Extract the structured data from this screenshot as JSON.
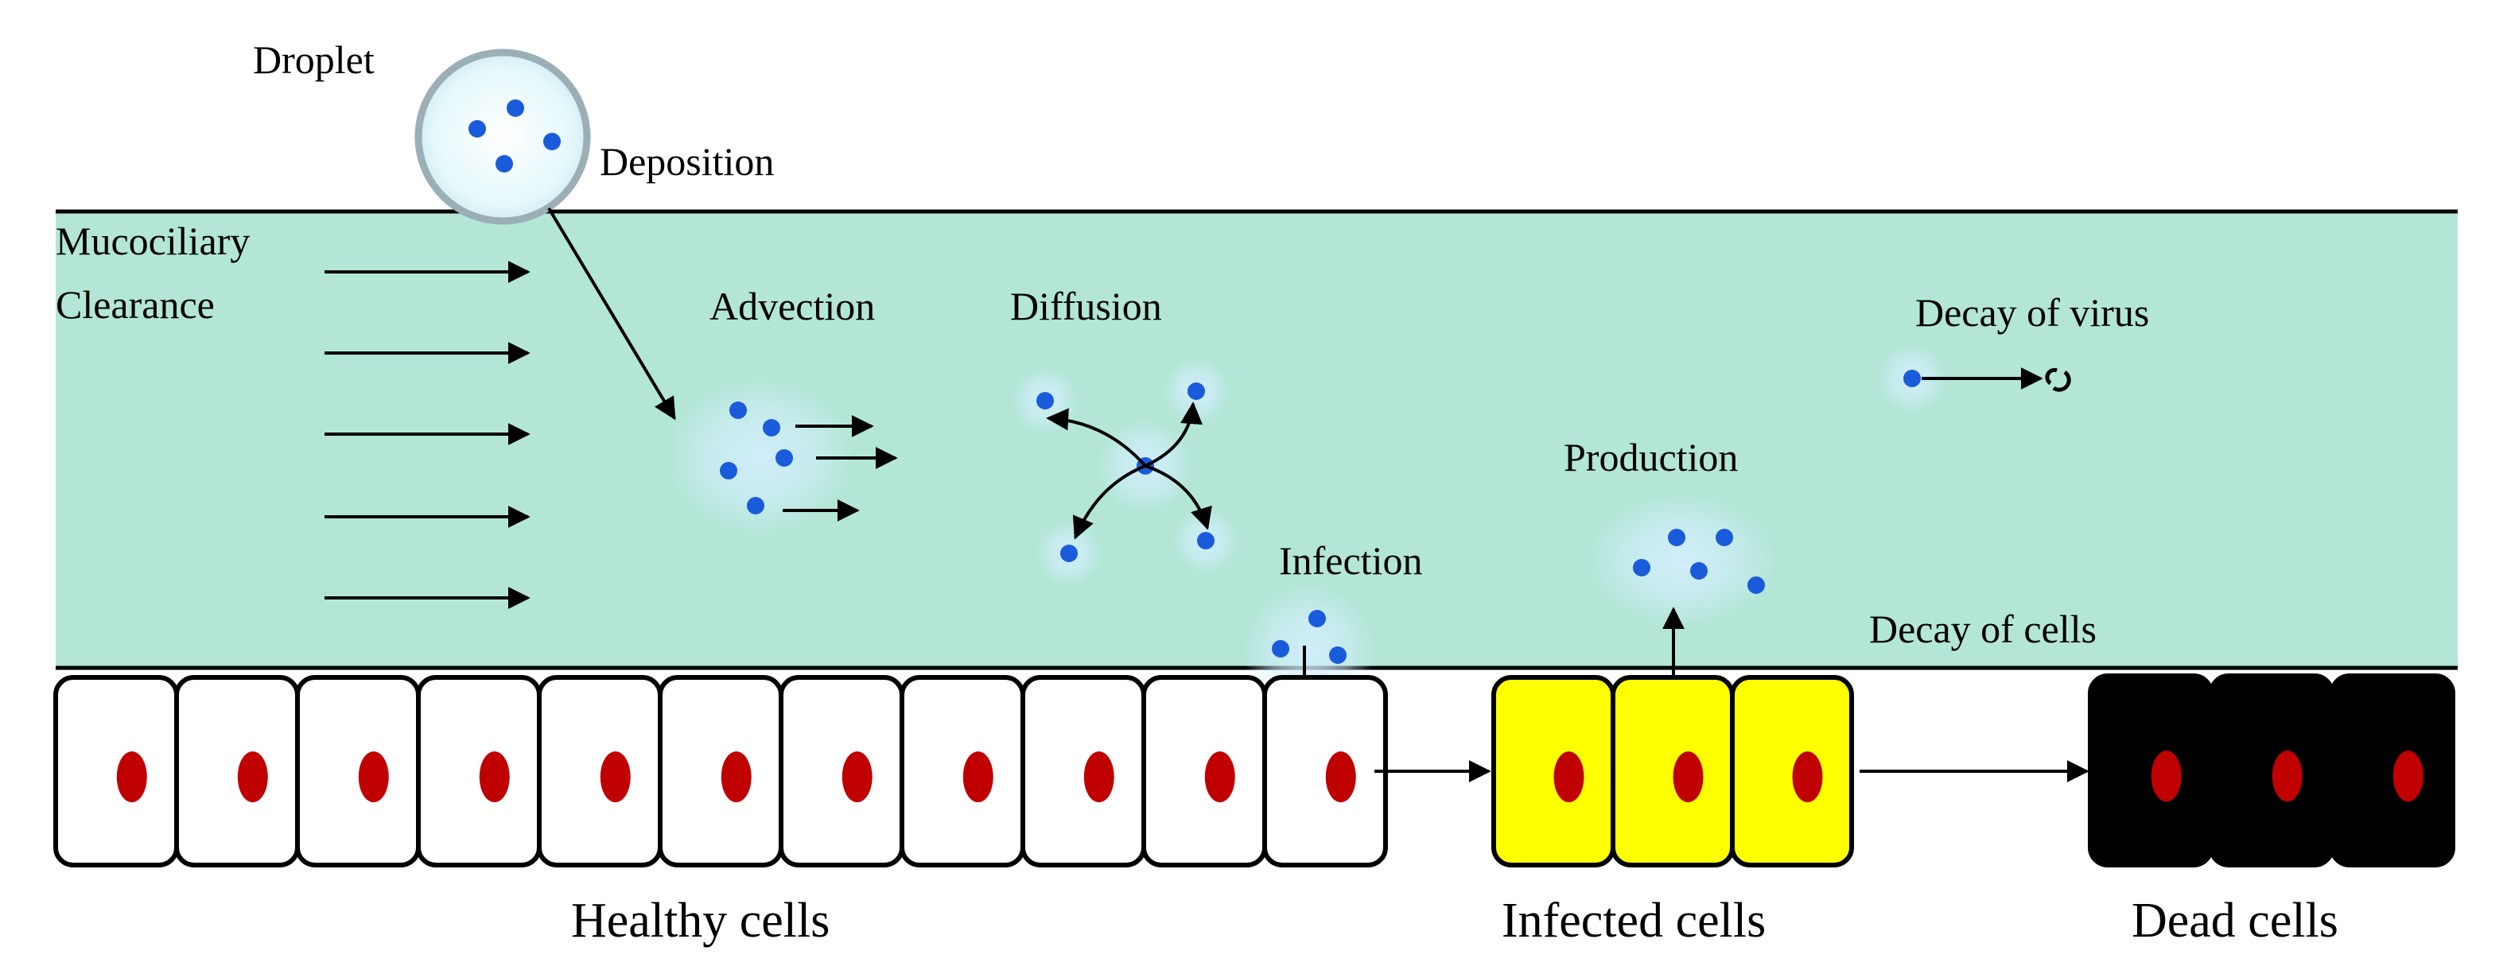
{
  "labels": {
    "droplet": "Droplet",
    "deposition": "Deposition",
    "mucociliary_line1": "Mucociliary",
    "mucociliary_line2": "Clearance",
    "advection": "Advection",
    "diffusion": "Diffusion",
    "decay_virus": "Decay of virus",
    "production": "Production",
    "infection": "Infection",
    "decay_cells": "Decay of cells",
    "healthy_cells": "Healthy cells",
    "infected_cells": "Infected cells",
    "dead_cells": "Dead cells"
  },
  "cell_groups": {
    "healthy": {
      "count": 11,
      "fill": "#ffffff"
    },
    "infected": {
      "count": 3,
      "fill": "#ffff00"
    },
    "dead": {
      "count": 3,
      "fill": "#000000"
    }
  },
  "colors": {
    "mucus_layer": "#b3e6d6",
    "virus": "#1a5bdc",
    "virus_glow": "#d2eefc",
    "nucleus": "#c00000",
    "droplet_fill": "#e6f8fb",
    "droplet_border": "#9aafb6",
    "line": "#000000"
  },
  "icons": {
    "decayed_virus": "broken-circle-icon",
    "arrow": "arrow-icon"
  }
}
